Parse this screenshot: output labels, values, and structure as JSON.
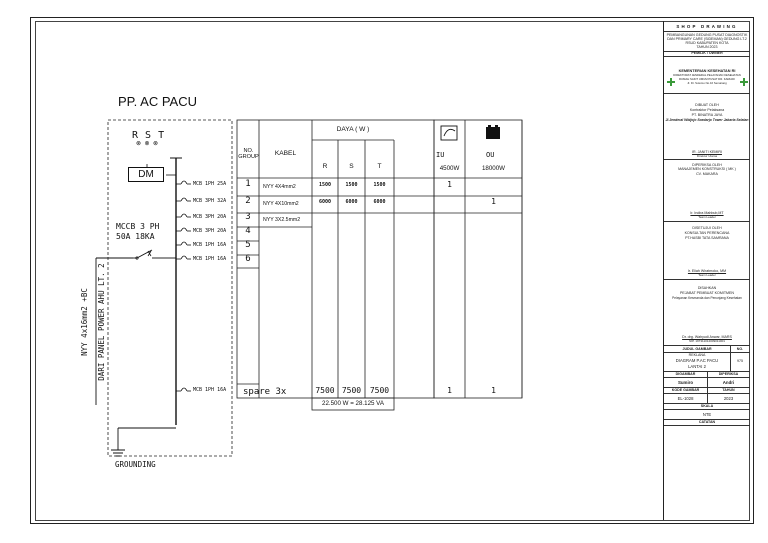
{
  "panel": {
    "title": "PP. AC PACU",
    "phases": "R S T",
    "meter_label": "DM",
    "mccb_line1": "MCCB 3 PH",
    "mccb_line2": "50A 18KA",
    "feeder_line1": "NYY 4x16mm2 +BC",
    "feeder_line2": "DARI PANEL POWER AHU LT. 2",
    "grounding": "GROUNDING"
  },
  "circuits": [
    {
      "breaker": "MCB 1PH 25A",
      "group": "1",
      "cable": "NYY 4X4mm2",
      "r": "1500",
      "s": "1500",
      "t": "1500",
      "iu": "1",
      "ou": ""
    },
    {
      "breaker": "MCB 3PH 32A",
      "group": "2",
      "cable": "NYY 4X10mm2",
      "r": "6000",
      "s": "6000",
      "t": "6000",
      "iu": "",
      "ou": "1"
    },
    {
      "breaker": "MCB 3PH 20A",
      "group": "3",
      "cable": "NYY 3X2.5mm2",
      "r": "",
      "s": "",
      "t": "",
      "iu": "",
      "ou": ""
    },
    {
      "breaker": "MCB 3PH 20A",
      "group": "4",
      "cable": "",
      "r": "",
      "s": "",
      "t": "",
      "iu": "",
      "ou": ""
    },
    {
      "breaker": "MCB 1PH 16A",
      "group": "5",
      "cable": "",
      "r": "",
      "s": "",
      "t": "",
      "iu": "",
      "ou": ""
    },
    {
      "breaker": "MCB 1PH 16A",
      "group": "6",
      "cable": "",
      "r": "",
      "s": "",
      "t": "",
      "iu": "",
      "ou": ""
    }
  ],
  "spare": {
    "breaker": "MCB 1PH 16A",
    "label": "spare 3x",
    "r": "7500",
    "s": "7500",
    "t": "7500",
    "iu": "1",
    "ou": "1"
  },
  "table": {
    "col_no": "NO. GROUP",
    "col_kabel": "KABEL",
    "col_daya": "DAYA ( W )",
    "col_r": "R",
    "col_s": "S",
    "col_t": "T",
    "iu_label": "IU",
    "iu_power": "4500W",
    "ou_label": "OU",
    "ou_power": "18000W",
    "total": "22.500 W = 28.125 VA"
  },
  "title_block": {
    "header": "SHOP DRAWING",
    "project": [
      "PEMBANGUNAN GEDUNG PUSAT DIAGNOSTIK",
      "DAN PRIMARY CARE (SIDEMAN) GEDUNG LT.2",
      "RSUD KABUPATEN KOTA",
      "TAHUN 2023"
    ],
    "owner_label": "PEMILIK / OWNER",
    "owner_name": "KEMENTERIAN KESEHATAN RI",
    "owner_small": [
      "DIREKTORAT JENDERAL PELAYANAN KESEHATAN",
      "RUMAH SAKIT UMUM PUSAT DR. KARIADI",
      "Jl. Dr. Sutomo No.16 Semarang"
    ],
    "made_by_label": "DIBUAT OLEH",
    "contractor_role": "Kontraktor Pelaksana",
    "contractor_name": "PT. BINATRA JAYA",
    "contractor_address": "Jl.Jenderal Widjojo Soedarjo Tower Jakarta Selatan",
    "contractor_sign": "IR. JANITI KEMIRI",
    "contractor_sign_role": "Direktur Utama",
    "checked_label": "DIPERIKSA OLEH",
    "mk_label": "MANAJEMEN KONSTRUKSI ( MK )",
    "mk_name": "CV. MAKARA",
    "mk_sign": "Ir. Indira Mahbub,MT",
    "mk_sign_role": "Team Leader",
    "consultant_label": "DISETUJUI OLEH",
    "consultant_role": "KONSULTAN PERENCANA",
    "consultant_name": "PT.HASBI TATA SAMRANA",
    "consultant_sign": "Ir. Eliah Wiratmoko, MM",
    "consultant_sign_role": "Team Leader",
    "approved_label": "DISAHKAN",
    "ppk_label": "PEJABAT PEMBUAT KOMITMEN",
    "ppk_org": "Pelayanan Kesmanda dan Penunjang Kesehatan",
    "ppk_sign": "Dr. drg. Wahyudi Anwar, MARS",
    "ppk_nip": "NIP. 197311012009011001",
    "title_label": "JUDUL GAMBAR",
    "sheet_no_label": "NO.",
    "drawing_title_1": "REKLANA",
    "drawing_title_2": "DIAGRAM P.AC PACU",
    "drawing_title_3": "LANTAI 2",
    "sheet_no": "975",
    "drawn_label": "DIGAMBAR",
    "checked2_label": "DIPERIKSA",
    "drawn_by": "Sumiro",
    "checked_by": "Andri",
    "code_label": "KODE GAMBAR",
    "year_label": "TAHUN",
    "code": "EL-1028",
    "year": "2023",
    "scale_label": "SKALA",
    "scale": "NTE",
    "notes_label": "CATATAN"
  }
}
